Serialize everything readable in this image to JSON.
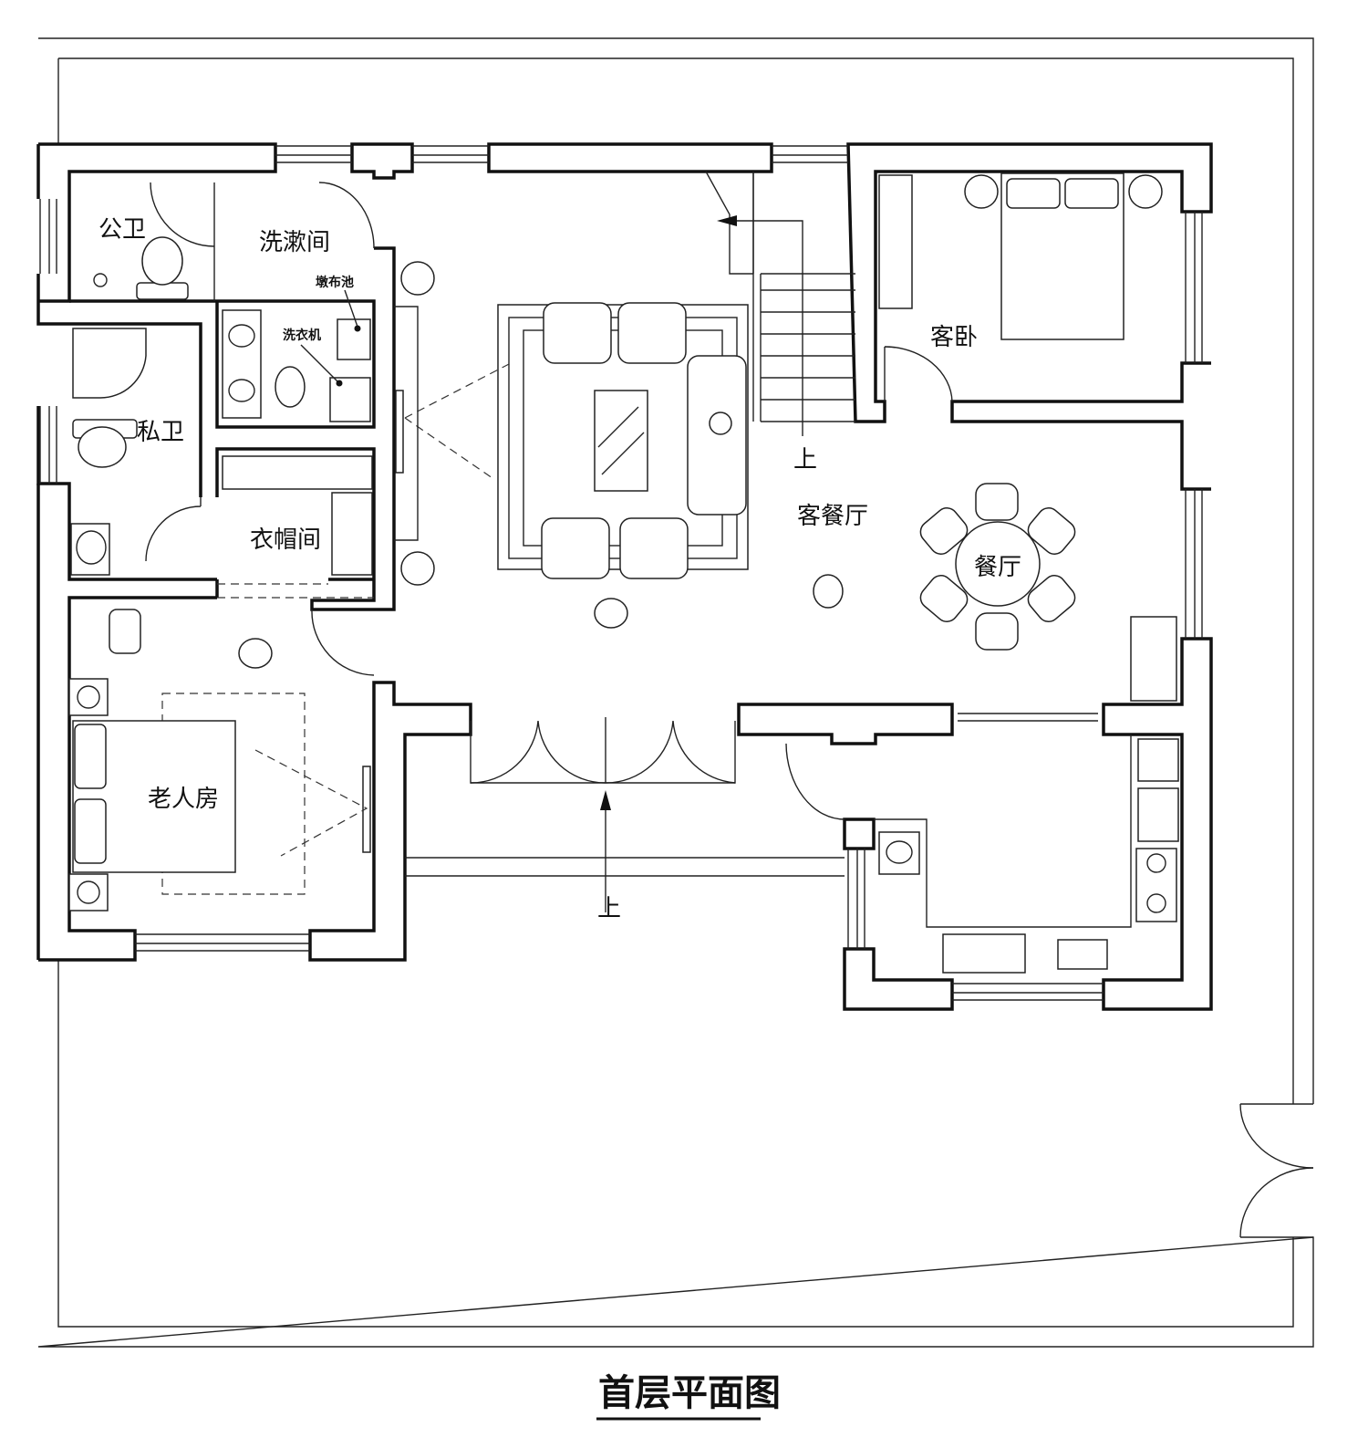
{
  "title": "首层平面图",
  "rooms": {
    "public_bath": "公卫",
    "wash_room": "洗漱间",
    "mop_sink": "墩布池",
    "washing_machine": "洗衣机",
    "private_bath": "私卫",
    "cloakroom": "衣帽间",
    "guest_bedroom": "客卧",
    "living_dining": "客餐厅",
    "dining": "餐厅",
    "elder_room": "老人房"
  },
  "stair_up_labels": [
    "上",
    "上"
  ],
  "colors": {
    "line": "#111111",
    "background": "#ffffff"
  }
}
